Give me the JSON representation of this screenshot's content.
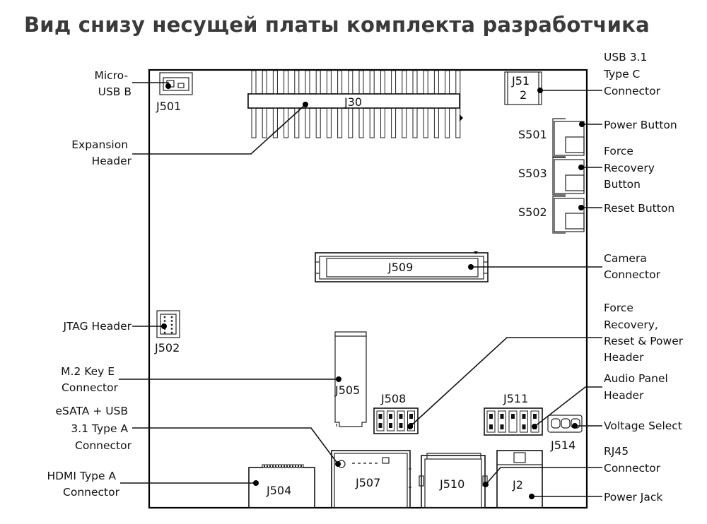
{
  "title": "Вид снизу несущей платы комплекта разработчика",
  "refs": {
    "j501": "J501",
    "j30": "J30",
    "j512_a": "J51",
    "j512_b": "2",
    "s501": "S501",
    "s503": "S503",
    "s502": "S502",
    "j509": "J509",
    "j502": "J502",
    "j505": "J505",
    "j508": "J508",
    "j511": "J511",
    "j514": "J514",
    "j504": "J504",
    "j507": "J507",
    "j510": "J510",
    "j2": "J2"
  },
  "labels": {
    "micro_usb": [
      "Micro-",
      "USB B"
    ],
    "expansion": [
      "Expansion",
      "Header"
    ],
    "jtag": [
      "JTAG Header"
    ],
    "m2": [
      "M.2 Key E",
      "Connector"
    ],
    "esata": [
      "eSATA + USB",
      "3.1 Type A",
      "Connector"
    ],
    "hdmi": [
      "HDMI Type A",
      "Connector"
    ],
    "usbc": [
      "USB 3.1",
      "Type C",
      "Connector"
    ],
    "power_btn": [
      "Power Button"
    ],
    "force_rec": [
      "Force",
      "Recovery",
      "Button"
    ],
    "reset_btn": [
      "Reset Button"
    ],
    "camera": [
      "Camera",
      "Connector"
    ],
    "frrp": [
      "Force",
      "Recovery,",
      "Reset & Power",
      "Header"
    ],
    "audio": [
      "Audio Panel",
      "Header"
    ],
    "voltage": [
      "Voltage Select"
    ],
    "rj45": [
      "RJ45",
      "Connector"
    ],
    "power_jack": [
      "Power Jack"
    ]
  }
}
